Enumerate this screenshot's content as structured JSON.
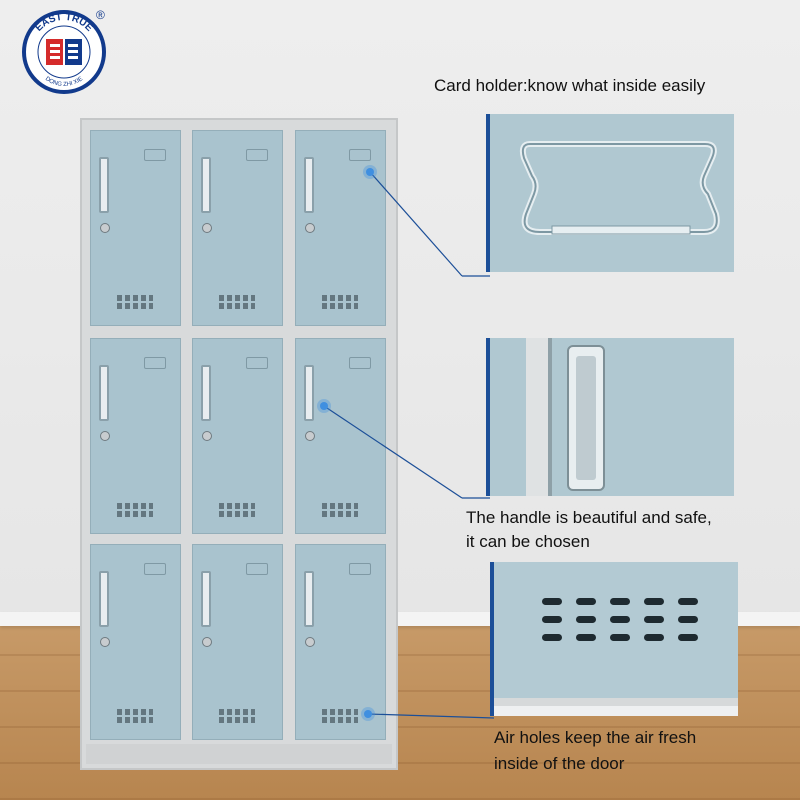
{
  "brand": {
    "logo_text": "EAST TRUE",
    "logo_subtext": "DONG ZHI XIE",
    "registered": "®"
  },
  "captions": {
    "card_holder": "Card holder:know what inside easily",
    "handle_line1": "The handle is beautiful and safe,",
    "handle_line2": "it can be chosen",
    "air_line1": "Air holes keep the air fresh",
    "air_line2": "inside of the door"
  },
  "colors": {
    "door": "#a9c3ce",
    "frame": "#d8dadb",
    "callout": "#1c4f98",
    "dot": "#3f8fe0"
  },
  "cabinet": {
    "rows": 3,
    "columns": 3
  }
}
